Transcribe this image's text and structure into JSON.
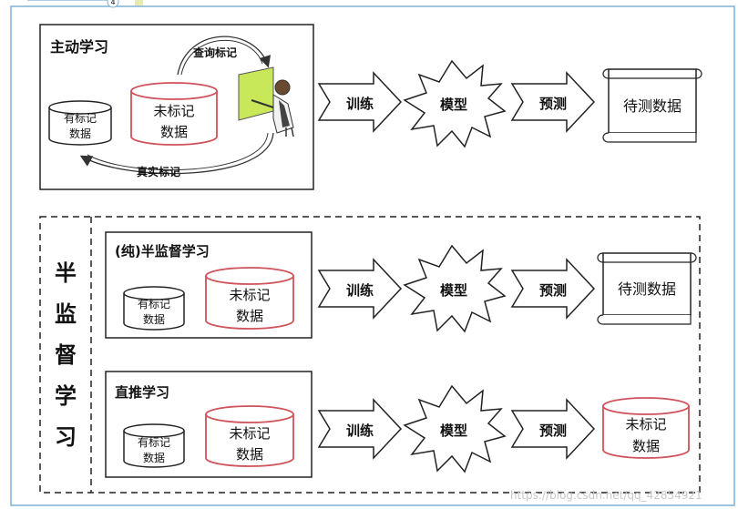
{
  "page_indicator": "4",
  "active": {
    "title": "主动学习",
    "query_label": "查询标记",
    "real_label": "真实标记",
    "labeled": [
      "有标记",
      "数据"
    ],
    "unlabeled": [
      "未标记",
      "数据"
    ]
  },
  "semi": {
    "title": "半监督学习",
    "pure": {
      "title": "(纯)半监督学习",
      "labeled": [
        "有标记",
        "数据"
      ],
      "unlabeled": [
        "未标记",
        "数据"
      ]
    },
    "transductive": {
      "title": "直推学习",
      "labeled": [
        "有标记",
        "数据"
      ],
      "unlabeled": [
        "未标记",
        "数据"
      ]
    }
  },
  "flow": {
    "train": "训练",
    "model": "模型",
    "predict": "预测",
    "test_data": "待测数据",
    "target_unlabeled": [
      "未标记",
      "数据"
    ]
  },
  "watermark": "https://blog.csdn.net/qq_42854921",
  "colors": {
    "frame": "#7fb2d6",
    "cylinder_red": "#d0525a",
    "ink": "#222222",
    "person_green": "#c8e85a"
  }
}
